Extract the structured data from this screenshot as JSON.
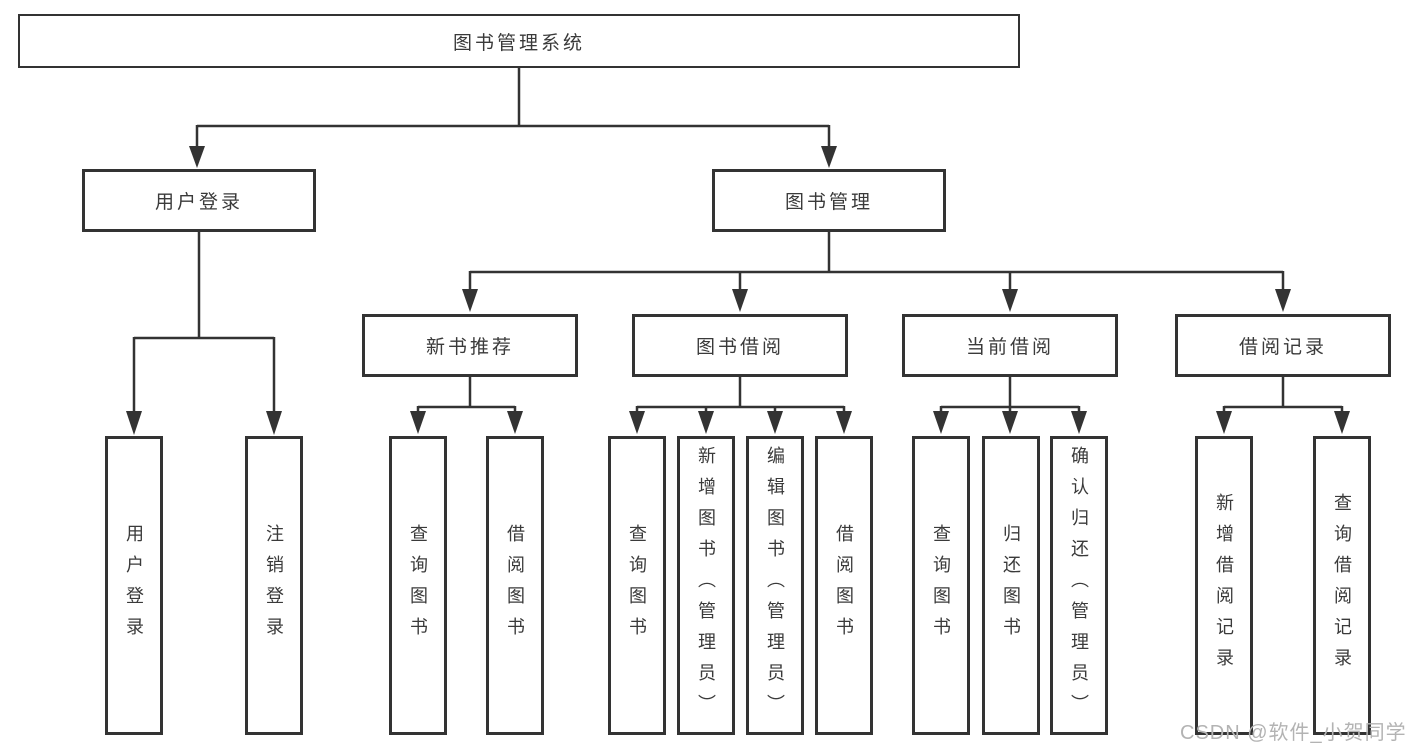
{
  "colors": {
    "line": "#333333",
    "text": "#3a3a3a",
    "background": "#ffffff",
    "watermark": "#b3b3b3"
  },
  "diagram": {
    "root": {
      "label": "图书管理系统"
    },
    "level2": [
      {
        "label": "用户登录",
        "children": [
          {
            "label": "用户登录"
          },
          {
            "label": "注销登录"
          }
        ]
      },
      {
        "label": "图书管理",
        "children": [
          {
            "label": "新书推荐",
            "children": [
              {
                "label": "查询图书"
              },
              {
                "label": "借阅图书"
              }
            ]
          },
          {
            "label": "图书借阅",
            "children": [
              {
                "label": "查询图书"
              },
              {
                "label": "新增图书（管理员）"
              },
              {
                "label": "编辑图书（管理员）"
              },
              {
                "label": "借阅图书"
              }
            ]
          },
          {
            "label": "当前借阅",
            "children": [
              {
                "label": "查询图书"
              },
              {
                "label": "归还图书"
              },
              {
                "label": "确认归还（管理员）"
              }
            ]
          },
          {
            "label": "借阅记录",
            "children": [
              {
                "label": "新增借阅记录"
              },
              {
                "label": "查询借阅记录"
              }
            ]
          }
        ]
      }
    ]
  },
  "watermark": {
    "text": "CSDN @软件_小贺同学"
  }
}
